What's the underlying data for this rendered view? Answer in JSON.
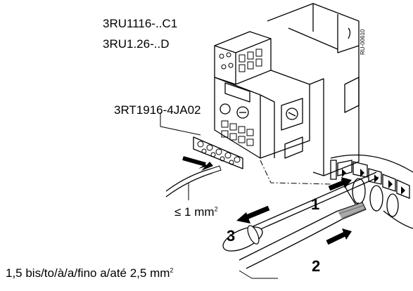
{
  "labels": {
    "model_a": "3RU1116-..C1",
    "model_b": "3RU1.26-..D",
    "terminal_part": "3RT1916-4JA02",
    "doc_id": "RU-00610",
    "wire_max": "≤ 1 mm",
    "wire_max_exp": "2",
    "wire_range": "1,5 bis/to/à/a/fino a/até 2,5 mm",
    "wire_range_exp": "2"
  },
  "steps": [
    "1",
    "2",
    "3"
  ]
}
